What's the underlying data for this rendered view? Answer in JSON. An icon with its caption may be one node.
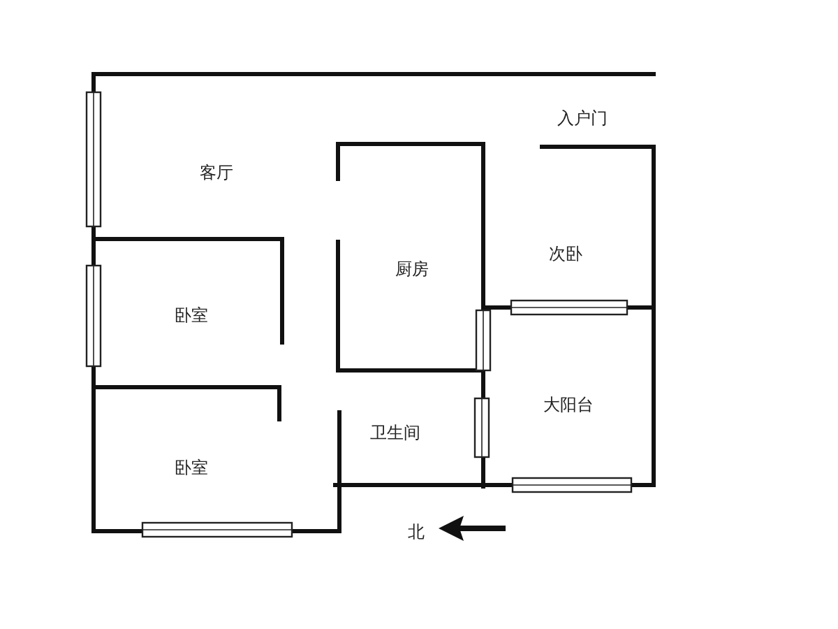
{
  "diagram": {
    "labels": [
      "入户门",
      "客厅",
      "次卧",
      "厨房",
      "卧室",
      "大阳台",
      "卫生间",
      "卧室",
      "北"
    ]
  }
}
